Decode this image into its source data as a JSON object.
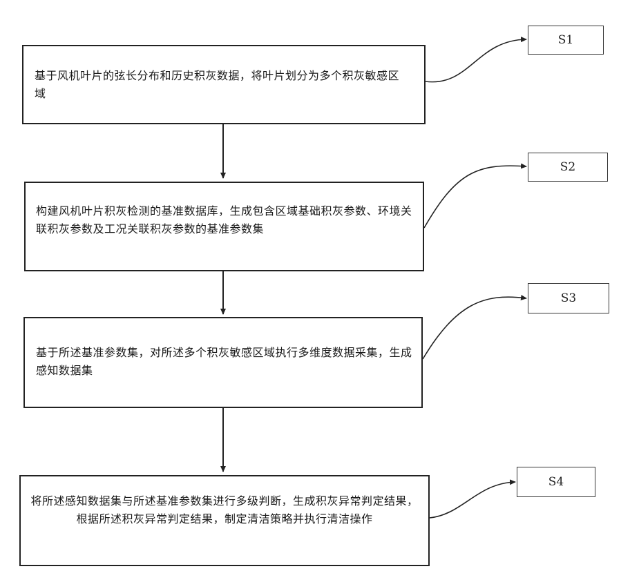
{
  "steps": [
    {
      "id": "S1",
      "text": "基于风机叶片的弦长分布和历史积灰数据，将叶片划分为多个积灰敏感区域"
    },
    {
      "id": "S2",
      "text": "构建风机叶片积灰检测的基准数据库，生成包含区域基础积灰参数、环境关联积灰参数及工况关联积灰参数的基准参数集"
    },
    {
      "id": "S3",
      "text": "基于所述基准参数集，对所述多个积灰敏感区域执行多维度数据采集，生成感知数据集"
    },
    {
      "id": "S4",
      "text": "将所述感知数据集与所述基准参数集进行多级判断，生成积灰异常判定结果，根据所述积灰异常判定结果，制定清洁策略并执行清洁操作"
    }
  ],
  "colors": {
    "stroke": "#222222",
    "background": "#ffffff"
  }
}
